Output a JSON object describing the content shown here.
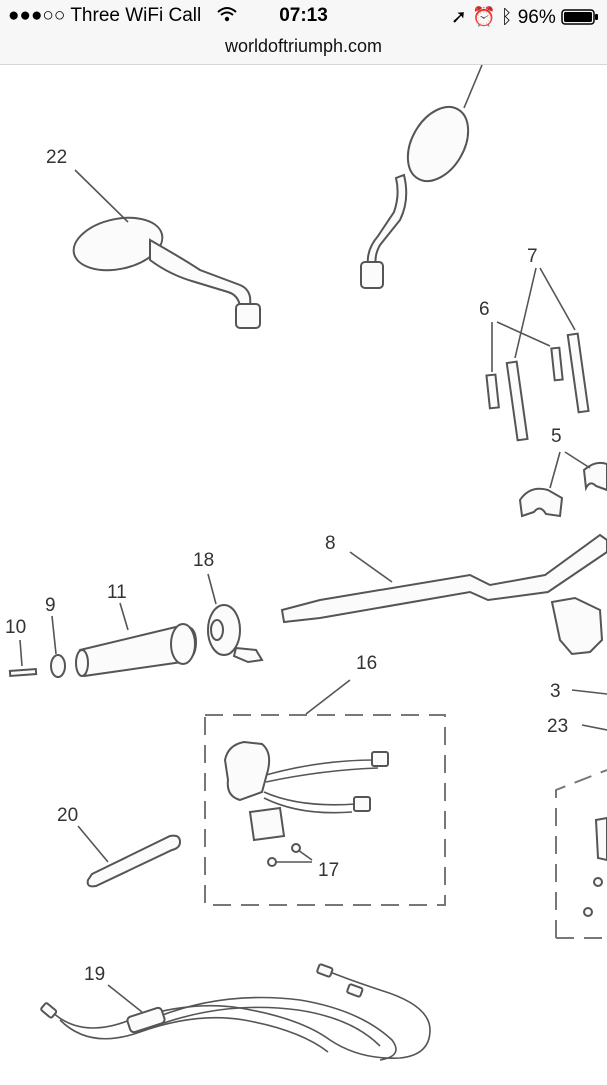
{
  "status_bar": {
    "carrier": "●●●○○ Three WiFi Call",
    "time": "07:13",
    "battery": "96%",
    "icons": [
      "wifi-icon",
      "location-icon",
      "alarm-icon",
      "bluetooth-icon",
      "battery-icon"
    ]
  },
  "browser": {
    "url": "worldoftriumph.com"
  },
  "diagram": {
    "callouts": {
      "c22": "22",
      "c7": "7",
      "c6": "6",
      "c5": "5",
      "c8": "8",
      "c18": "18",
      "c11": "11",
      "c9": "9",
      "c10": "10",
      "c16": "16",
      "c3": "3",
      "c23": "23",
      "c20": "20",
      "c17": "17",
      "c19": "19"
    }
  }
}
